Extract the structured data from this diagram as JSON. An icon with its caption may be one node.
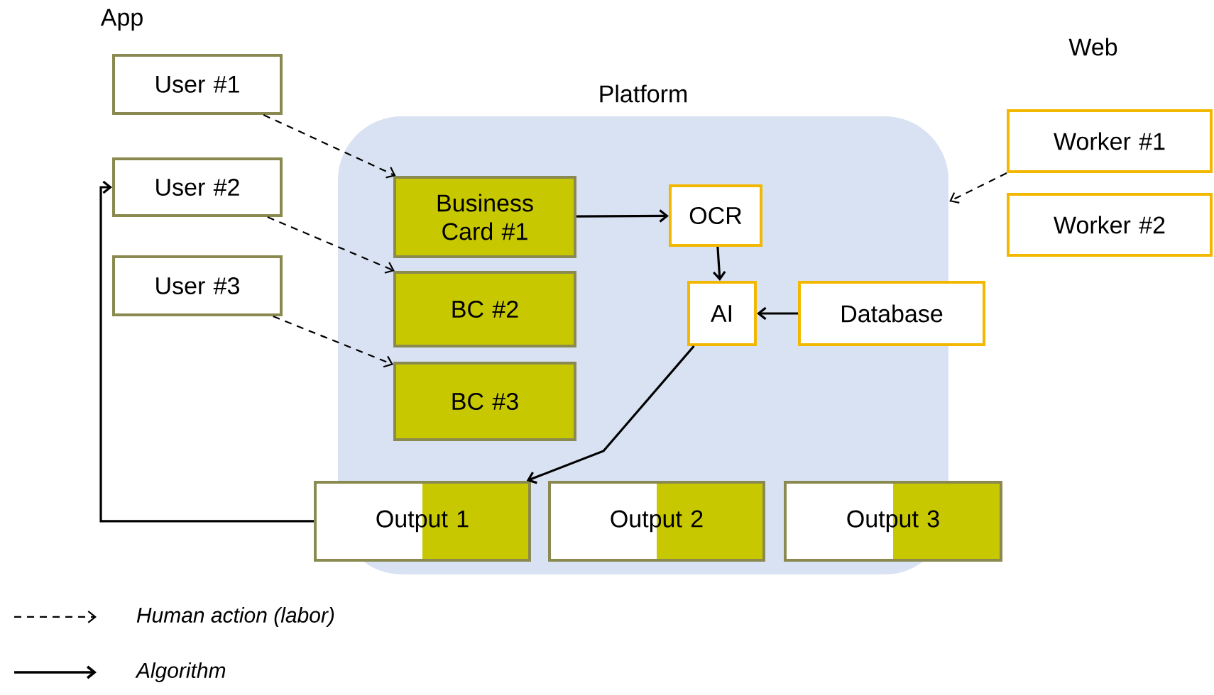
{
  "diagram": {
    "nodes": [
      {
        "text": [
          "Platform"
        ]
      },
      {
        "text": [
          "User #1"
        ]
      },
      {
        "text": [
          "User #2"
        ]
      },
      {
        "text": [
          "User #3"
        ]
      },
      {
        "text": [
          "Business Card #1"
        ],
        "in": 0
      },
      {
        "text": [
          "BC #2"
        ],
        "in": 0
      },
      {
        "text": [
          "BC #3"
        ],
        "in": 0
      },
      {
        "text": [
          "OCR"
        ],
        "in": 0
      },
      {
        "text": [
          "AI"
        ],
        "in": 0
      },
      {
        "text": [
          "Database"
        ]
      },
      {
        "text": [
          "Output 1"
        ]
      },
      {
        "text": [
          "Output 2"
        ],
        "in": 0
      },
      {
        "text": [
          "Output 3"
        ]
      },
      {
        "text": [
          "Worker #1"
        ]
      },
      {
        "text": [
          "Worker #2"
        ]
      }
    ],
    "edges": [
      {
        "from": 1,
        "to": 4,
        "arrow": "to",
        "style": "dashed"
      },
      {
        "from": 2,
        "to": 5,
        "arrow": "to",
        "style": "dashed"
      },
      {
        "from": 3,
        "to": 6,
        "arrow": "to",
        "style": "dashed"
      },
      {
        "from": 4,
        "to": 7,
        "arrow": "to"
      },
      {
        "from": 7,
        "to": 8,
        "arrow": "to"
      },
      {
        "from": 9,
        "to": 8,
        "arrow": "to"
      },
      {
        "from": 8,
        "to": 10,
        "arrow": "to"
      },
      {
        "from": 13,
        "to": 0,
        "arrow": "to",
        "style": "dashed"
      },
      {
        "from": 10,
        "to": 2,
        "arrow": "to"
      }
    ],
    "labels": [
      "App",
      "Web"
    ],
    "legend": [
      {
        "text": "Human action (labor)"
      },
      {
        "text": "Algorithm"
      }
    ]
  }
}
